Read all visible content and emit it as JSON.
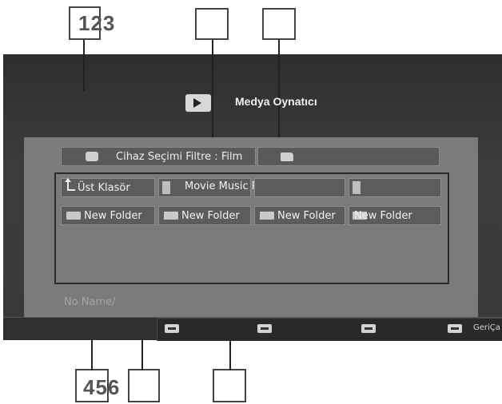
{
  "callouts": {
    "c1": "123",
    "c4": "456"
  },
  "header": {
    "icon": "movie-player-icon",
    "title": "Medya Oynatıcı"
  },
  "filter_bar": {
    "icon": "device-icon",
    "label": "Cihaz Seçimi Filtre : Film"
  },
  "path_bar": {
    "icon": "folder-open-icon"
  },
  "file_browser": {
    "row1": [
      {
        "label": "Üst Klasör",
        "icon": "up-folder-icon"
      },
      {
        "label": "Movie Music Picture",
        "icon": "file-icon"
      },
      {
        "label": "",
        "icon": "file-icon"
      },
      {
        "label": "",
        "icon": "file-icon"
      }
    ],
    "row2": [
      {
        "label": "New Folder",
        "icon": "folder-icon"
      },
      {
        "label": "New Folder",
        "icon": "folder-icon"
      },
      {
        "label": "New Folder",
        "icon": "folder-icon"
      },
      {
        "label": "New Folder",
        "icon": "folder-icon"
      }
    ]
  },
  "current_name": "No Name/",
  "bottom_bar": {
    "keys": [
      "key-1-icon",
      "key-2-icon",
      "key-3-icon",
      "back-key-icon"
    ],
    "back_label": "GeriÇa"
  },
  "colors": {
    "screen_bg": "#363636",
    "panel_bg": "#7b7b7b",
    "item_bg": "#5c5c5c",
    "text": "#f2f2f2"
  }
}
